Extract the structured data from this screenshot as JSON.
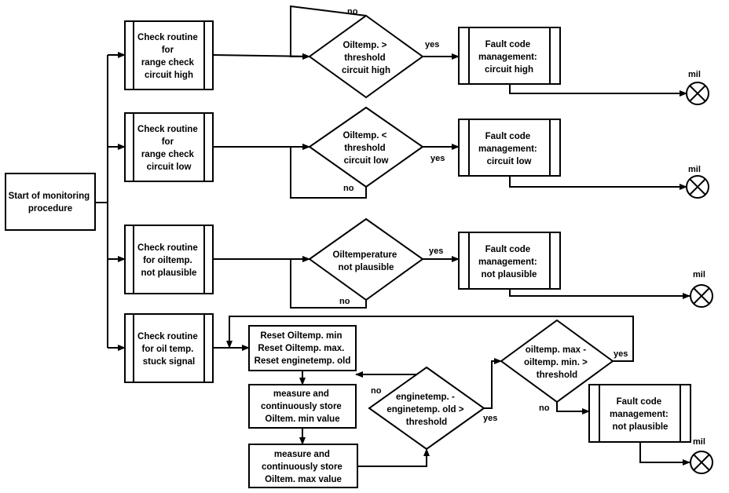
{
  "nodes": {
    "start": {
      "lines": [
        "Start of monitoring",
        "procedure"
      ]
    },
    "check_high": {
      "lines": [
        "Check routine",
        "for",
        "range check",
        "circuit high"
      ]
    },
    "check_low": {
      "lines": [
        "Check routine",
        "for",
        "range check",
        "circuit low"
      ]
    },
    "check_plaus": {
      "lines": [
        "Check routine",
        "for oiltemp.",
        "not plausible"
      ]
    },
    "check_stuck": {
      "lines": [
        "Check routine",
        "for oil temp.",
        "stuck signal"
      ]
    },
    "dec_high": {
      "lines": [
        "Oiltemp. >",
        "threshold",
        "circuit high"
      ]
    },
    "dec_low": {
      "lines": [
        "Oiltemp. <",
        "threshold",
        "circuit low"
      ]
    },
    "dec_plaus": {
      "lines": [
        "Oiltemperature",
        "not plausible"
      ]
    },
    "fault_high": {
      "lines": [
        "Fault code",
        "management:",
        "circuit high"
      ]
    },
    "fault_low": {
      "lines": [
        "Fault code",
        "management:",
        "circuit low"
      ]
    },
    "fault_plaus": {
      "lines": [
        "Fault code",
        "management:",
        "not plausible"
      ]
    },
    "reset": {
      "lines": [
        "Reset Oiltemp. min",
        "Reset Oiltemp. max.",
        "Reset enginetemp. old"
      ]
    },
    "measure_min": {
      "lines": [
        "measure and",
        "continuously store",
        "Oiltem. min value"
      ]
    },
    "measure_max": {
      "lines": [
        "measure and",
        "continuously store",
        "Oiltem. max value"
      ]
    },
    "dec_engine": {
      "lines": [
        "enginetemp. -",
        "enginetemp. old >",
        "threshold"
      ]
    },
    "dec_oil": {
      "lines": [
        "oiltemp. max -",
        "oiltemp. min. >",
        "threshold"
      ]
    },
    "fault_stuck": {
      "lines": [
        "Fault code",
        "management:",
        "not plausible"
      ]
    }
  },
  "edge_labels": {
    "yes": "yes",
    "no": "no"
  },
  "lamps": {
    "mil": "mil"
  }
}
